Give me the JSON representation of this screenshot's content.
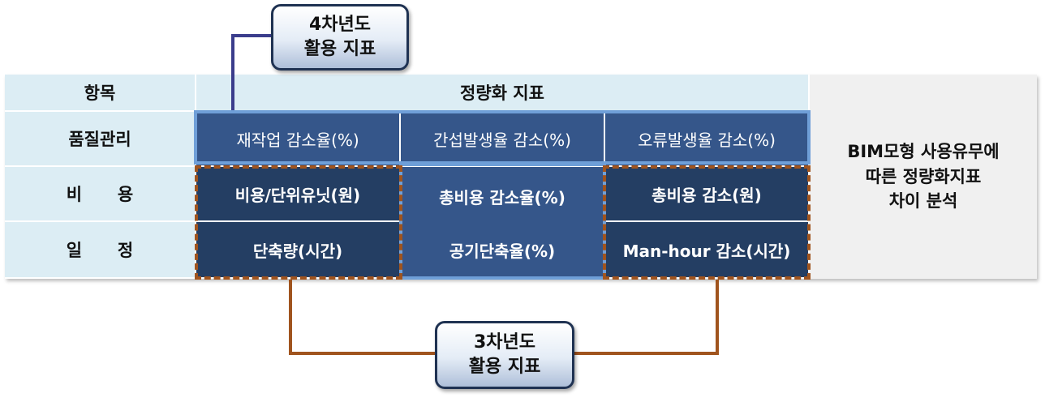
{
  "table": {
    "header_item": "항목",
    "header_metric": "정량화 지표",
    "rows": [
      {
        "label": "품질관리",
        "cells": [
          "재작업 감소율(%)",
          "간섭발생율 감소(%)",
          "오류발생율 감소(%)"
        ]
      },
      {
        "label": "비      용",
        "cells": [
          "비용/단위유닛(원)",
          "총비용 감소율(%)",
          "총비용 감소(원)"
        ]
      },
      {
        "label": "일      정",
        "cells": [
          "단축량(시간)",
          "공기단축율(%)",
          "Man-hour 감소(시간)"
        ]
      }
    ],
    "side_note": [
      "BIM모형 사용유무에",
      "따른 정량화지표",
      "차이 분석"
    ]
  },
  "callouts": {
    "year4": [
      "4차년도",
      "활용 지표"
    ],
    "year3": [
      "3차년도",
      "활용 지표"
    ]
  },
  "colors": {
    "header_bg": "#dcedf4",
    "dark_cell": "#243e63",
    "mid_cell": "#35568a",
    "year4_border": "#6f9fd8",
    "year3_border": "#a0541e",
    "connector4": "#3b3d8c"
  }
}
